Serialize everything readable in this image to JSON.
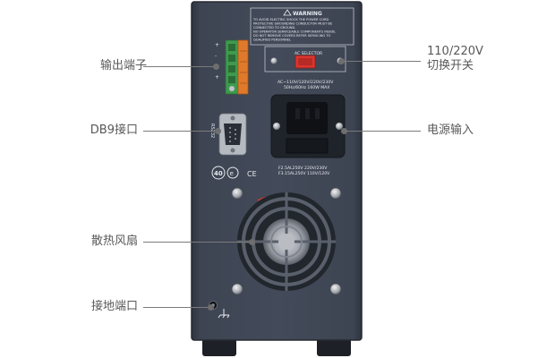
{
  "callouts": {
    "output_terminal": "输出端子",
    "db9_port": "DB9接口",
    "cooling_fan": "散热风扇",
    "ground_port": "接地端口",
    "voltage_switch_line1": "110/220V",
    "voltage_switch_line2": "切换开关",
    "power_input": "电源输入"
  },
  "panel": {
    "warning_title": "WARNING",
    "warning_lines": [
      "TO AVOID ELECTRIC SHOCK THE POWER CORD",
      "PROTECTIVE GROUNDING CONDUCTOR MUST BE",
      "CONNECTED TO GROUND.",
      "NO OPERATOR SERVICEABLE COMPONENTS INSIDE.",
      "DO NOT REMOVE COVERS REFER SERVICING TO",
      "QUALIFIED PERSONNEL"
    ],
    "ac_selector_label": "AC SELECTOR",
    "ac_rating_line1": "AC~110V/120V/220V/230V",
    "ac_rating_line2": "50Hz/60Hz 160W MAX",
    "fuse_line1": "F2.5AL250V  220V/230V",
    "fuse_line2": "F3.15AL250V 110V/120V",
    "rs232_label": "RS232",
    "cert_40": "40",
    "ce_mark": "CE"
  },
  "colors": {
    "panel": "#3b4250",
    "panel_edge": "#2a2f39",
    "terminal_green": "#3f9a4e",
    "terminal_orange": "#e07a2a",
    "selector_red": "#d9362f"
  }
}
